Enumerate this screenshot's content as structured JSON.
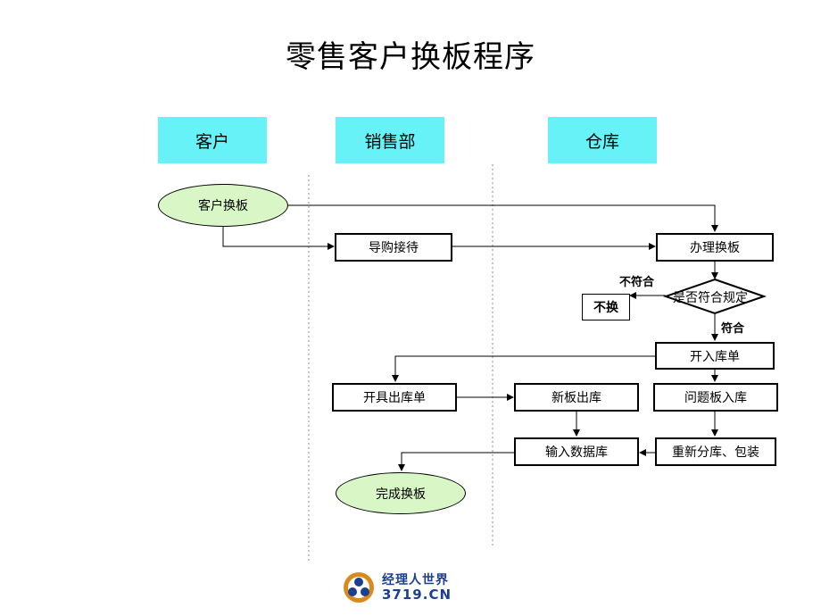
{
  "title": "零售客户换板程序",
  "lanes": {
    "customer": "客户",
    "sales": "销售部",
    "warehouse": "仓库"
  },
  "nodes": {
    "customer_exchange": "客户换板",
    "guide_reception": "导购接待",
    "process_exchange": "办理换板",
    "check_compliance": "是否符合规定",
    "no_exchange": "不换",
    "open_inbound": "开入库单",
    "open_outbound": "开具出库单",
    "new_board_out": "新板出库",
    "problem_board_in": "问题板入库",
    "input_database": "输入数据库",
    "repack": "重新分库、包装",
    "complete_exchange": "完成换板"
  },
  "edge_labels": {
    "not_compliant": "不符合",
    "compliant": "符合"
  },
  "logo": {
    "cn": "经理人世界",
    "en": "3719.CN"
  },
  "colors": {
    "lane_header": "#66f2f6",
    "oval_fill": "#d9f7c6"
  }
}
